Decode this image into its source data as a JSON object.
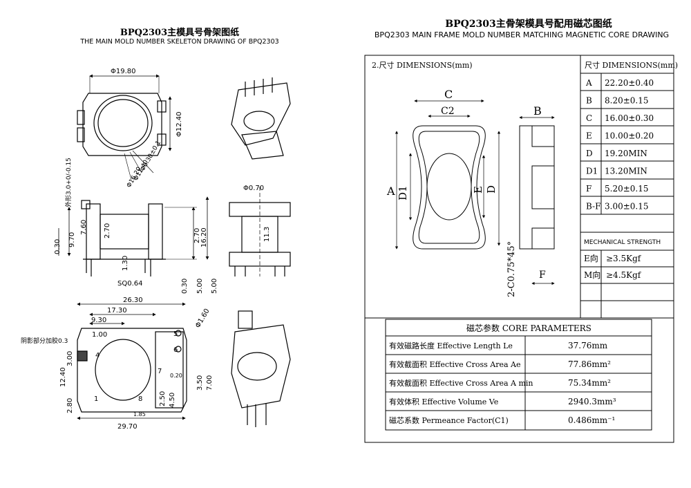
{
  "left": {
    "title": "BPQ2303主模具号骨架图纸",
    "subtitle": "THE MAIN MOLD NUMBER SKELETON DRAWING OF BPQ2303",
    "top_view": {
      "width_dim": "Φ19.80",
      "height_dim": "Φ12.40",
      "d1": "Φ0.30±0.1",
      "d2": "Φ11.40",
      "d3": "Φ16.20",
      "side_note": "外形3.0+0/-0.15"
    },
    "front_view": {
      "d_9_70": "9.70",
      "d_7_60": "7.60",
      "d_2_70": "2.70",
      "d_0_30": "0.30",
      "d_1_30": "1.30",
      "d_sq": "SQ0.64",
      "d_2_70b": "2.70",
      "d_16_20": "16.20",
      "d_0_30b": "0.30",
      "d_5_00a": "5.00",
      "d_5_00b": "5.00"
    },
    "side_view": {
      "d_pin": "Φ0.70",
      "d_11_3": "11.3"
    },
    "bottom_view": {
      "d_26_30": "26.30",
      "d_17_30": "17.30",
      "d_9_30": "9.30",
      "d_1_00": "1.00",
      "d_shade": "阴影部分加胶0.3",
      "d_1_60": "Φ1.60",
      "d_12_40": "12.40",
      "d_3_00": "3.00",
      "d_2_80": "2.80",
      "d_3_50": "3.50",
      "d_7_00": "7.00",
      "d_0_20": "0.20",
      "d_2_50": "2.50",
      "d_4_50": "4.50",
      "d_1_85": "1.85",
      "d_29_70": "29.70",
      "pins": [
        "1",
        "4",
        "5",
        "6",
        "7",
        "8"
      ]
    }
  },
  "right": {
    "title": "BPQ2303主骨架模具号配用磁芯图纸",
    "subtitle": "BPQ2303 MAIN FRAME MOLD NUMBER MATCHING MAGNETIC CORE DRAWING",
    "drawing_label": "2.尺寸  DIMENSIONS(mm)",
    "labels": {
      "C": "C",
      "C2": "C2",
      "B": "B",
      "A": "A",
      "D1": "D1",
      "E": "E",
      "D": "D",
      "F": "F",
      "chamfer": "2-C0.75*45°"
    },
    "dim_header": "尺寸  DIMENSIONS(mm)",
    "dimensions": [
      {
        "name": "A",
        "value": "22.20±0.40"
      },
      {
        "name": "B",
        "value": "8.20±0.15"
      },
      {
        "name": "C",
        "value": "16.00±0.30"
      },
      {
        "name": "E",
        "value": "10.00±0.20"
      },
      {
        "name": "D",
        "value": "19.20MIN"
      },
      {
        "name": "D1",
        "value": "13.20MIN"
      },
      {
        "name": "F",
        "value": "5.20±0.15"
      },
      {
        "name": "B-F",
        "value": "3.00±0.15"
      }
    ],
    "mech_header": "MECHANICAL STRENGTH",
    "mech": [
      {
        "name": "E向",
        "value": "≥3.5Kgf"
      },
      {
        "name": "M向",
        "value": "≥4.5Kgf"
      }
    ],
    "core_header": "磁芯参数  CORE PARAMETERS",
    "core_params": [
      {
        "name": "有效磁路长度  Effective Length  Le",
        "value": "37.76mm"
      },
      {
        "name": "有效截面积  Effective Cross Area  Ae",
        "value": "77.86mm²"
      },
      {
        "name": "有效截面积  Effective Cross Area  A min",
        "value": "75.34mm²"
      },
      {
        "name": "有效体积  Effective Volume  Ve",
        "value": "2940.3mm³"
      },
      {
        "name": "磁芯系数  Permeance Factor(C1)",
        "value": "0.486mm⁻¹"
      }
    ]
  }
}
